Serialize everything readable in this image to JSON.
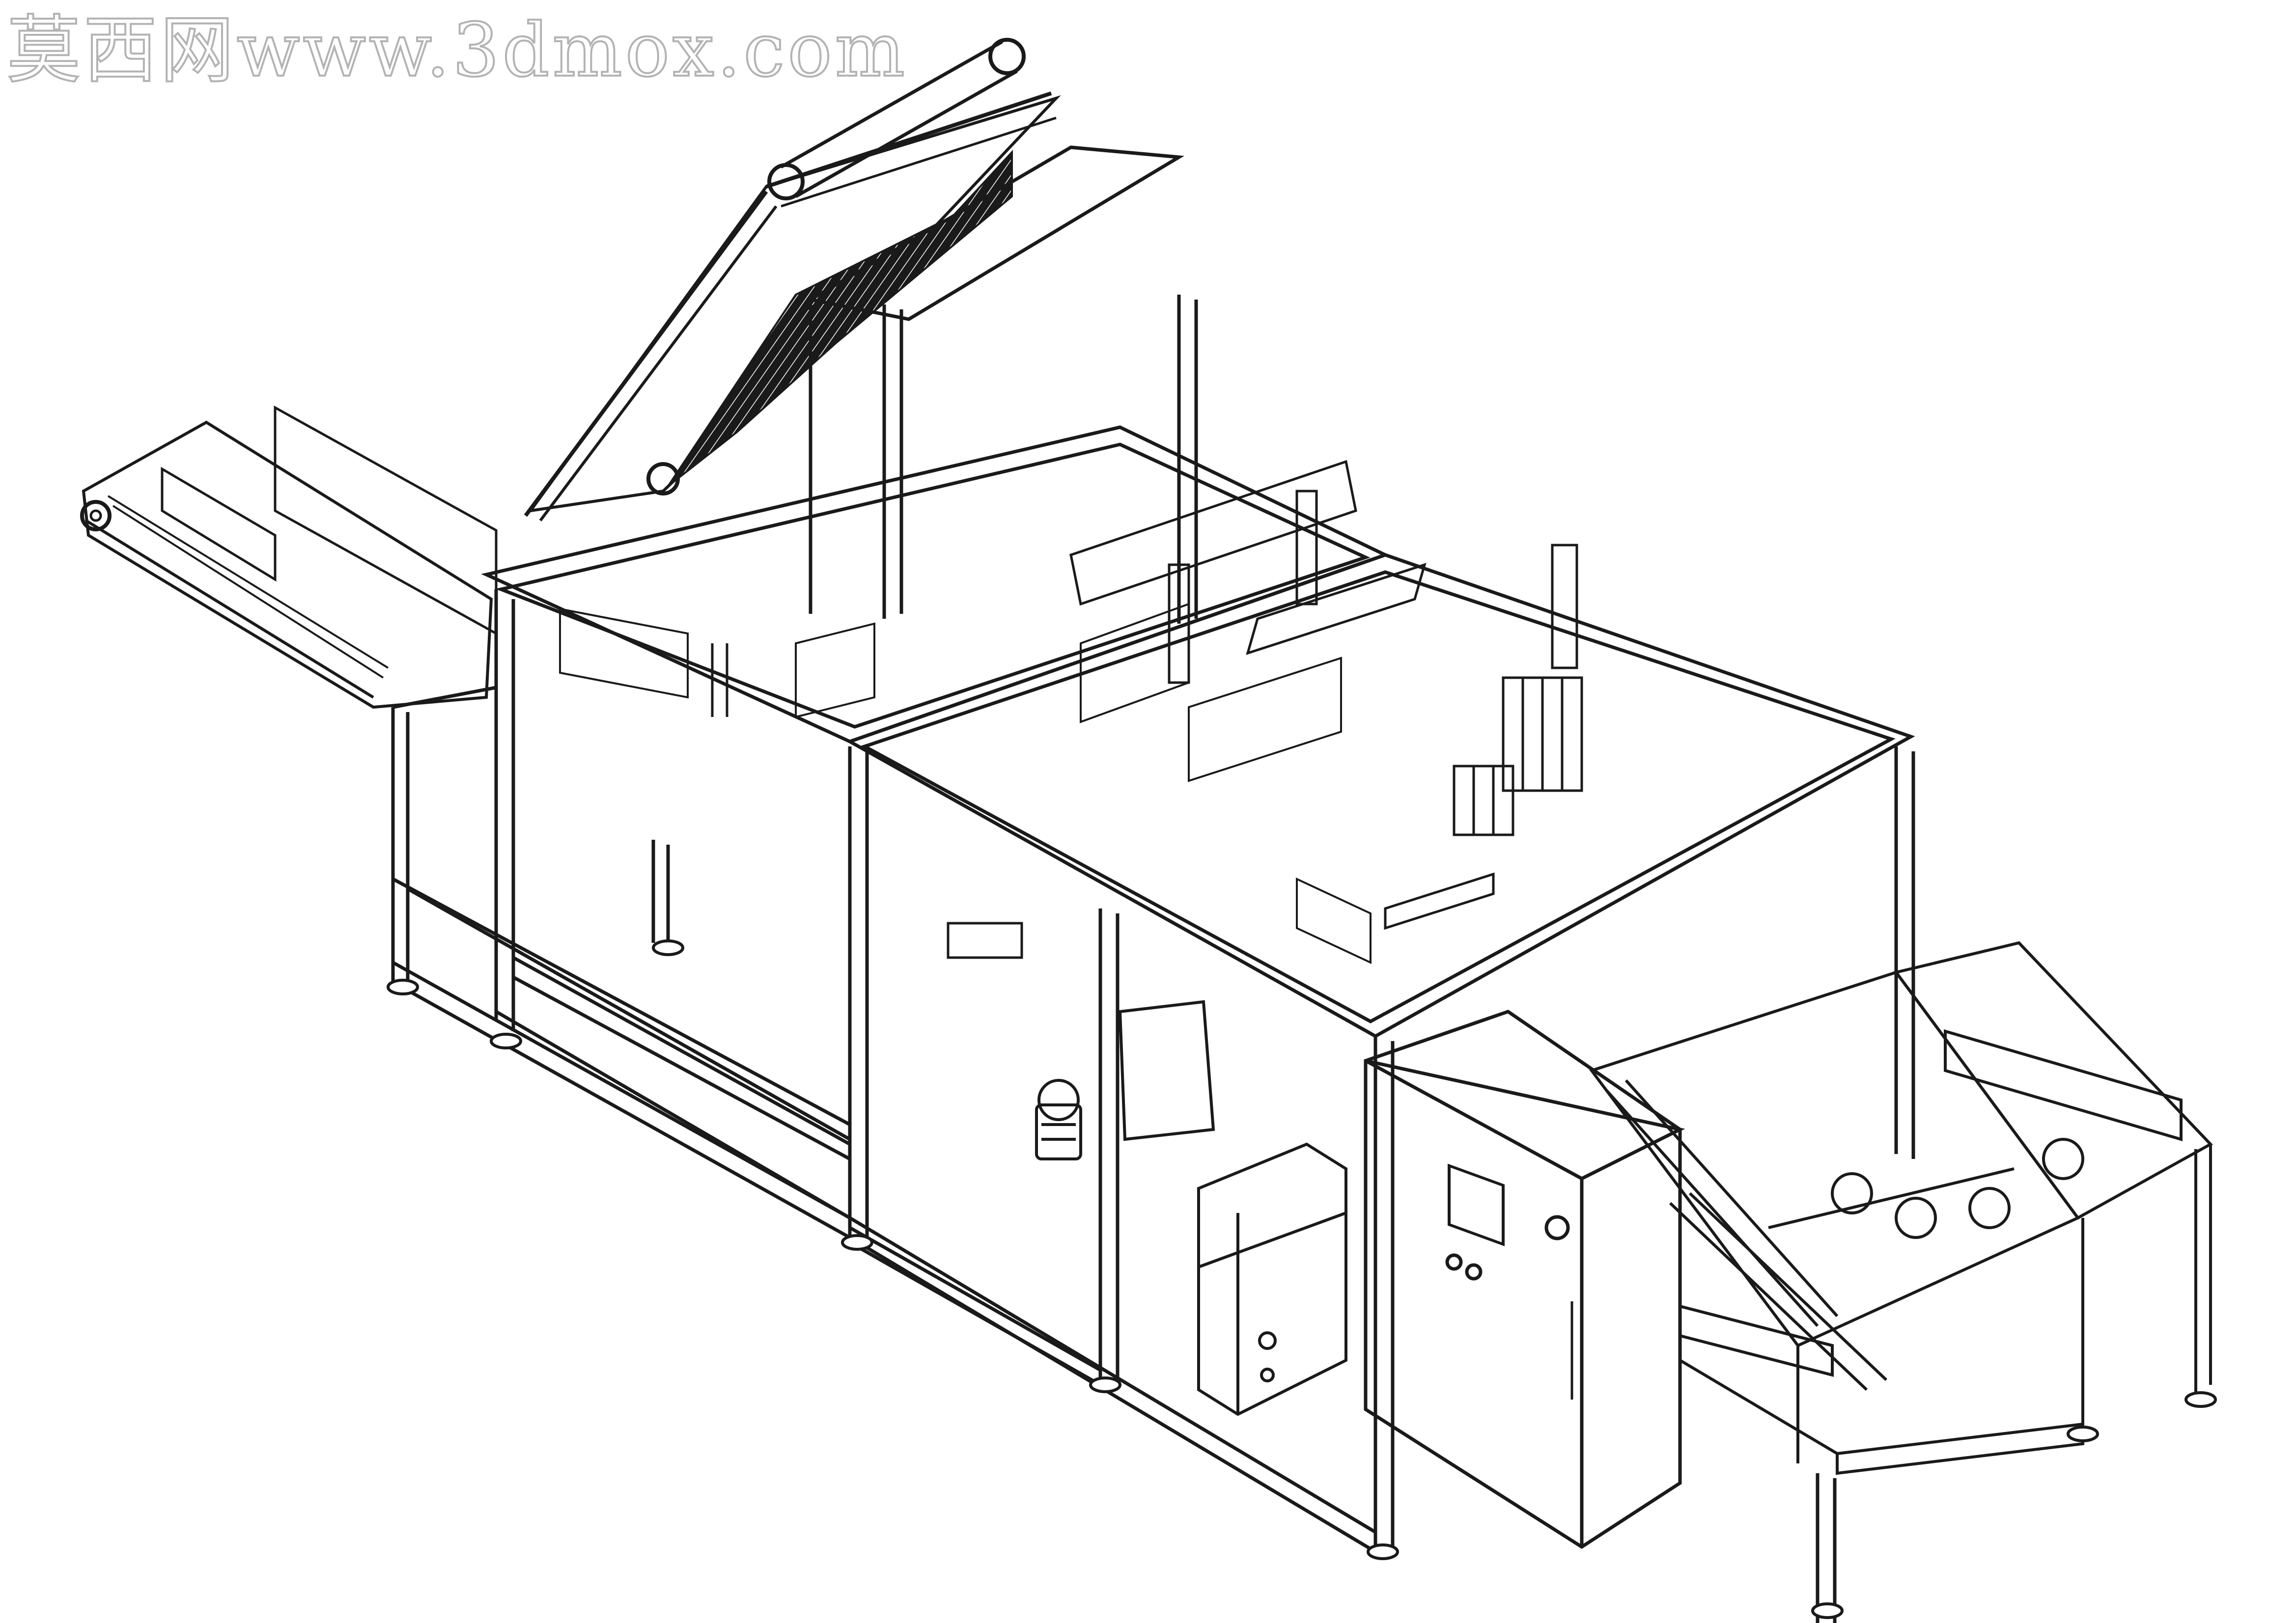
{
  "watermark": {
    "text": "莫西网www.3dmox.com"
  },
  "drawing": {
    "subject": "isometric line drawing of automatic case-erecting / carton-packing machine built from aluminium-profile frame",
    "line_color": "#1a1a1a",
    "background_color": "#ffffff",
    "components": [
      "left-feed-belt-conveyor",
      "inclined-chain-conveyor",
      "main-aluminium-frame",
      "upper-gantry",
      "pneumatic-cylinders",
      "drive-motor",
      "hot-melt-glue-unit",
      "electrical-control-cabinet",
      "right-outfeed-chain-conveyor",
      "leveling-feet"
    ]
  },
  "control_cabinet": {
    "hmi_screen": "touch-screen",
    "buttons": [
      "start",
      "stop",
      "emergency"
    ]
  }
}
